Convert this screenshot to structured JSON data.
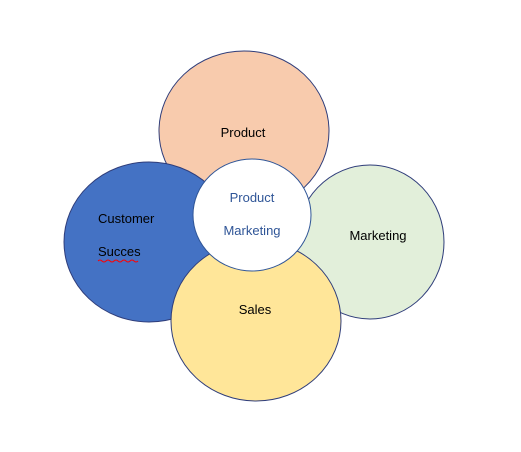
{
  "diagram": {
    "circles": {
      "product": {
        "label": "Product",
        "fill": "#F8CBAD",
        "stroke": "#2F3D7A"
      },
      "marketing": {
        "label": "Marketing",
        "fill": "#E2EFDA",
        "stroke": "#2F3D7A"
      },
      "customer_success": {
        "label_line1": "Customer",
        "label_line2": "Succes",
        "fill": "#4472C4",
        "stroke": "#2F3D7A"
      },
      "sales": {
        "label": "Sales",
        "fill": "#FFE699",
        "stroke": "#2F3D7A"
      },
      "center": {
        "label_line1": "Product",
        "label_line2": "Marketing",
        "fill": "#FFFFFF",
        "stroke": "#2F5597",
        "text_color": "#2F5597"
      }
    },
    "spellcheck_underline_color": "#FF0000"
  }
}
